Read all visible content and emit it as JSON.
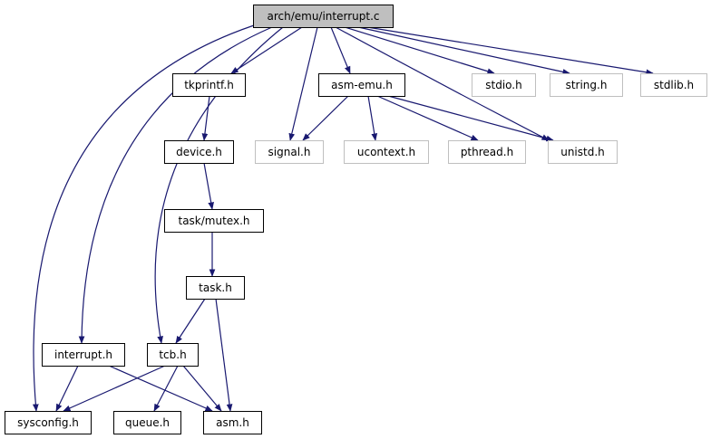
{
  "colors": {
    "edge": "#191970",
    "root_fill": "#bfbfbf",
    "root_border": "#000000",
    "local_border": "#000000",
    "system_border": "#bfbfbf",
    "system_text": "#000000"
  },
  "nodes": {
    "root": {
      "label": "arch/emu/interrupt.c",
      "kind": "root"
    },
    "tkprintf": {
      "label": "tkprintf.h",
      "kind": "local"
    },
    "asmemu": {
      "label": "asm-emu.h",
      "kind": "local"
    },
    "stdio": {
      "label": "stdio.h",
      "kind": "system"
    },
    "string": {
      "label": "string.h",
      "kind": "system"
    },
    "stdlib": {
      "label": "stdlib.h",
      "kind": "system"
    },
    "device": {
      "label": "device.h",
      "kind": "local"
    },
    "signal": {
      "label": "signal.h",
      "kind": "system"
    },
    "ucontext": {
      "label": "ucontext.h",
      "kind": "system"
    },
    "pthread": {
      "label": "pthread.h",
      "kind": "system"
    },
    "unistd": {
      "label": "unistd.h",
      "kind": "system"
    },
    "mutex": {
      "label": "task/mutex.h",
      "kind": "local"
    },
    "task": {
      "label": "task.h",
      "kind": "local"
    },
    "interrupth": {
      "label": "interrupt.h",
      "kind": "local"
    },
    "tcb": {
      "label": "tcb.h",
      "kind": "local"
    },
    "sysconfig": {
      "label": "sysconfig.h",
      "kind": "local"
    },
    "queue": {
      "label": "queue.h",
      "kind": "local"
    },
    "asm": {
      "label": "asm.h",
      "kind": "local"
    }
  },
  "edges": [
    [
      "root",
      "tkprintf"
    ],
    [
      "root",
      "asmemu"
    ],
    [
      "root",
      "stdio"
    ],
    [
      "root",
      "string"
    ],
    [
      "root",
      "stdlib"
    ],
    [
      "root",
      "signal"
    ],
    [
      "root",
      "unistd"
    ],
    [
      "root",
      "interrupth"
    ],
    [
      "root",
      "tcb"
    ],
    [
      "root",
      "sysconfig"
    ],
    [
      "tkprintf",
      "device"
    ],
    [
      "device",
      "mutex"
    ],
    [
      "mutex",
      "task"
    ],
    [
      "task",
      "tcb"
    ],
    [
      "task",
      "asm"
    ],
    [
      "asmemu",
      "signal"
    ],
    [
      "asmemu",
      "ucontext"
    ],
    [
      "asmemu",
      "pthread"
    ],
    [
      "asmemu",
      "unistd"
    ],
    [
      "interrupth",
      "sysconfig"
    ],
    [
      "interrupth",
      "asm"
    ],
    [
      "tcb",
      "sysconfig"
    ],
    [
      "tcb",
      "queue"
    ],
    [
      "tcb",
      "asm"
    ]
  ]
}
